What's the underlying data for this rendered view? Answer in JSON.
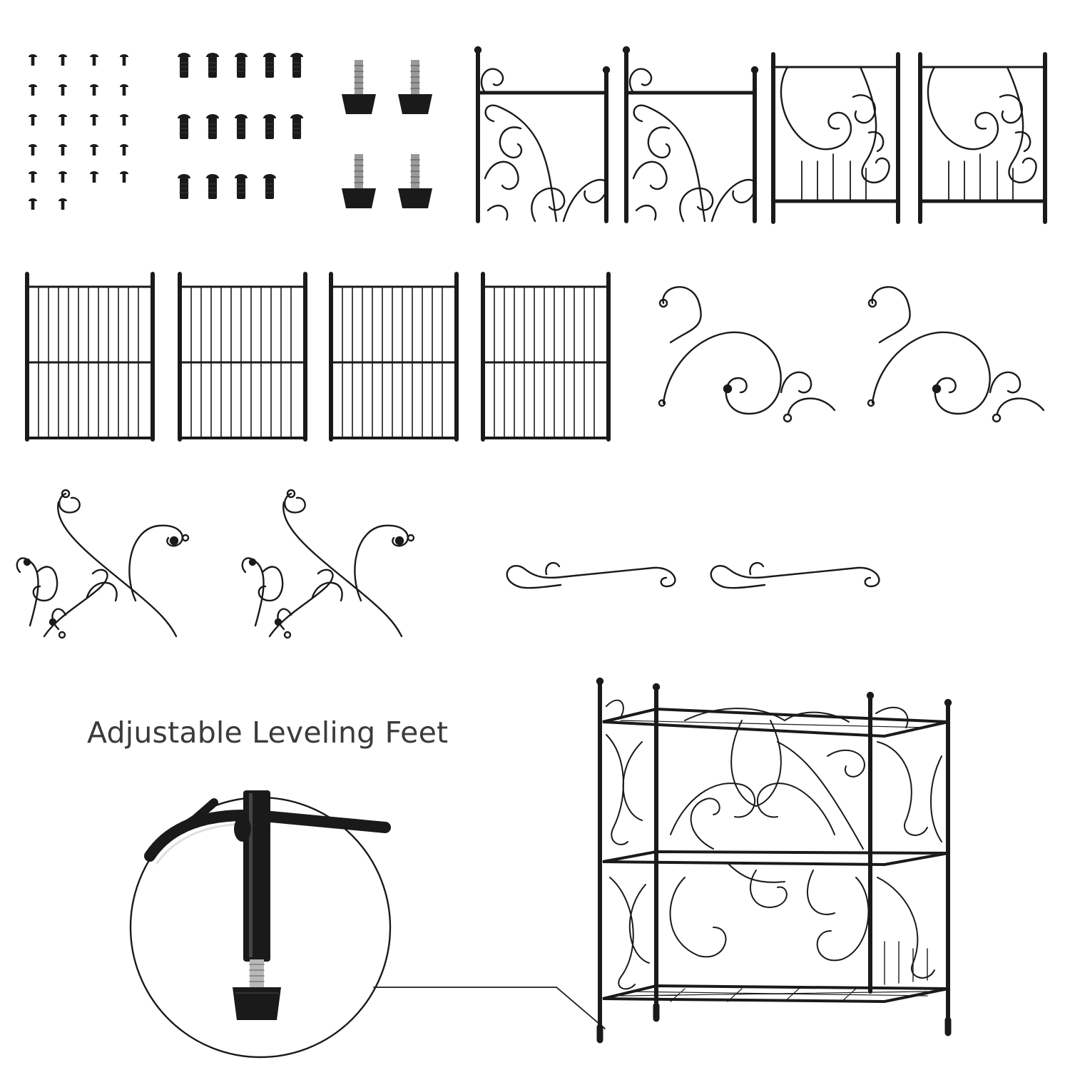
{
  "feature_label": "Adjustable Leveling Feet",
  "colors": {
    "metal": "#1a1a1a",
    "thread": "#b8b8b8",
    "background": "#ffffff",
    "label_text": "#3b3b3b"
  },
  "parts": {
    "small_screws": 22,
    "large_bolts": 14,
    "leveling_feet": 4,
    "scroll_side_panels": 4,
    "grid_panels": 4,
    "large_scroll_pieces": 2,
    "vine_scroll_pieces": 2,
    "short_scroll_pieces": 2
  }
}
